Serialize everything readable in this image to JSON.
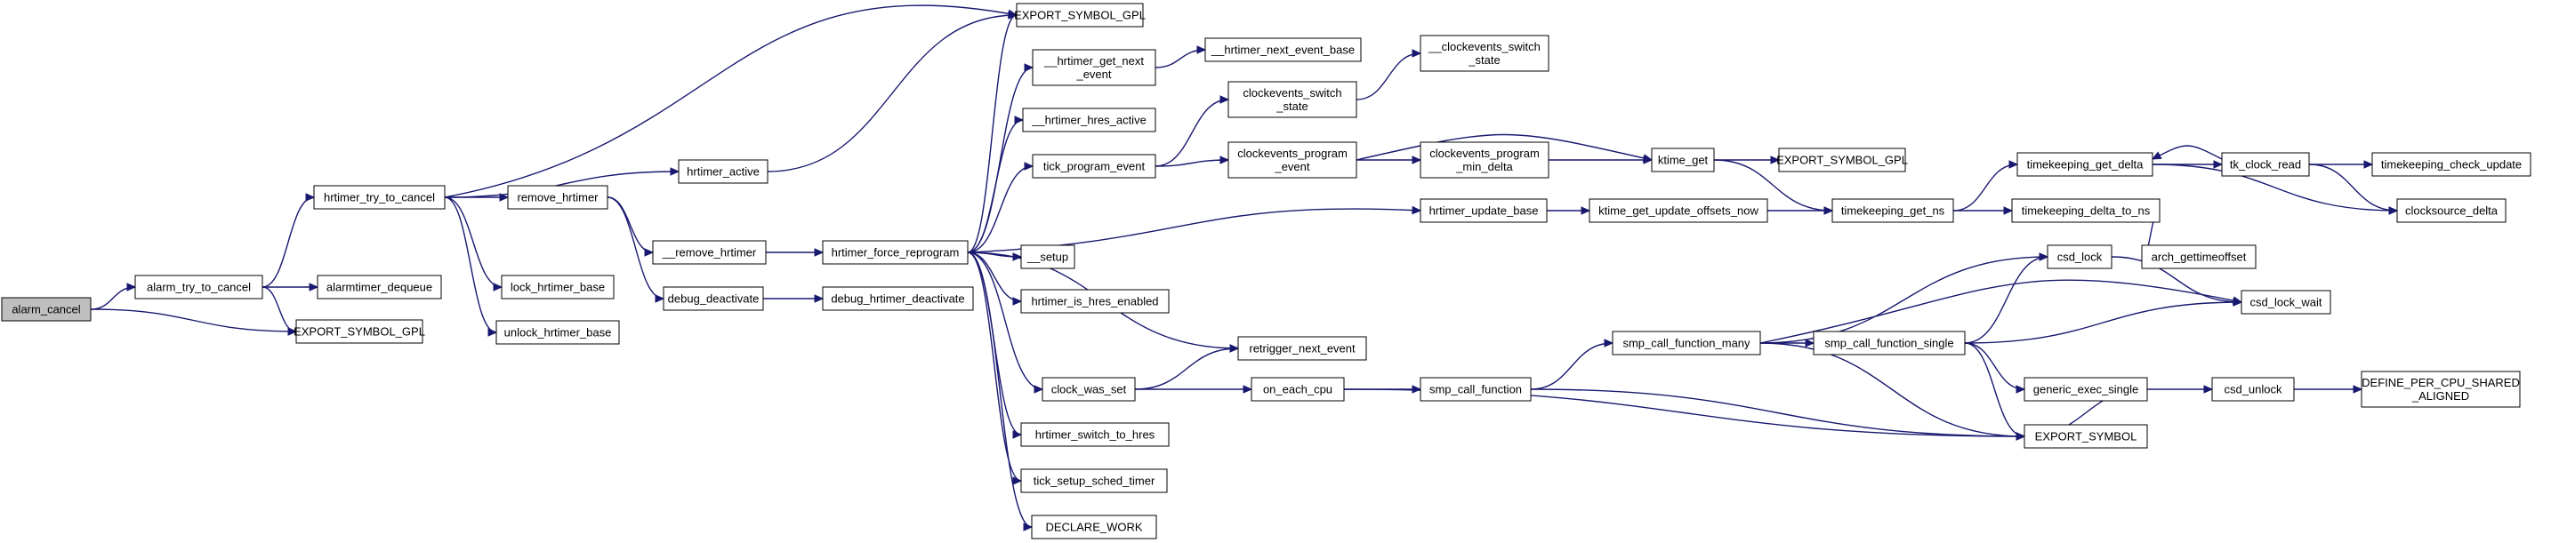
{
  "graph": {
    "nodes": [
      {
        "id": "alarm_cancel",
        "lines": [
          "alarm_cancel"
        ],
        "root": true
      },
      {
        "id": "alarm_try_to_cancel",
        "lines": [
          "alarm_try_to_cancel"
        ]
      },
      {
        "id": "export_gpl_bottom",
        "lines": [
          "EXPORT_SYMBOL_GPL"
        ]
      },
      {
        "id": "hrtimer_try_to_cancel",
        "lines": [
          "hrtimer_try_to_cancel"
        ]
      },
      {
        "id": "alarmtimer_dequeue",
        "lines": [
          "alarmtimer_dequeue"
        ]
      },
      {
        "id": "export_gpl_top",
        "lines": [
          "EXPORT_SYMBOL_GPL"
        ]
      },
      {
        "id": "hrtimer_active",
        "lines": [
          "hrtimer_active"
        ]
      },
      {
        "id": "remove_hrtimer",
        "lines": [
          "remove_hrtimer"
        ]
      },
      {
        "id": "lock_hrtimer_base",
        "lines": [
          "lock_hrtimer_base"
        ]
      },
      {
        "id": "unlock_hrtimer_base",
        "lines": [
          "unlock_hrtimer_base"
        ]
      },
      {
        "id": "__remove_hrtimer",
        "lines": [
          "__remove_hrtimer"
        ]
      },
      {
        "id": "debug_deactivate",
        "lines": [
          "debug_deactivate"
        ]
      },
      {
        "id": "hrtimer_force_reprogram",
        "lines": [
          "hrtimer_force_reprogram"
        ]
      },
      {
        "id": "debug_hrtimer_deactivate",
        "lines": [
          "debug_hrtimer_deactivate"
        ]
      },
      {
        "id": "__hrtimer_get_next_event",
        "lines": [
          "__hrtimer_get_next",
          "_event"
        ]
      },
      {
        "id": "__hrtimer_next_event_base",
        "lines": [
          "__hrtimer_next_event_base"
        ]
      },
      {
        "id": "__hrtimer_hres_active",
        "lines": [
          "__hrtimer_hres_active"
        ]
      },
      {
        "id": "tick_program_event",
        "lines": [
          "tick_program_event"
        ]
      },
      {
        "id": "clockevents_switch_state",
        "lines": [
          "clockevents_switch",
          "_state"
        ]
      },
      {
        "id": "__clockevents_switch_state",
        "lines": [
          "__clockevents_switch",
          "_state"
        ]
      },
      {
        "id": "clockevents_program_event",
        "lines": [
          "clockevents_program",
          "_event"
        ]
      },
      {
        "id": "clockevents_program_min_delta",
        "lines": [
          "clockevents_program",
          "_min_delta"
        ]
      },
      {
        "id": "ktime_get",
        "lines": [
          "ktime_get"
        ]
      },
      {
        "id": "export_gpl_ktime",
        "lines": [
          "EXPORT_SYMBOL_GPL"
        ]
      },
      {
        "id": "hrtimer_update_base",
        "lines": [
          "hrtimer_update_base"
        ]
      },
      {
        "id": "ktime_get_update_offsets_now",
        "lines": [
          "ktime_get_update_offsets_now"
        ]
      },
      {
        "id": "timekeeping_get_ns",
        "lines": [
          "timekeeping_get_ns"
        ]
      },
      {
        "id": "timekeeping_get_delta",
        "lines": [
          "timekeeping_get_delta"
        ]
      },
      {
        "id": "tk_clock_read",
        "lines": [
          "tk_clock_read"
        ]
      },
      {
        "id": "timekeeping_check_update",
        "lines": [
          "timekeeping_check_update"
        ]
      },
      {
        "id": "clocksource_delta",
        "lines": [
          "clocksource_delta"
        ]
      },
      {
        "id": "timekeeping_delta_to_ns",
        "lines": [
          "timekeeping_delta_to_ns"
        ]
      },
      {
        "id": "arch_gettimeoffset",
        "lines": [
          "arch_gettimeoffset"
        ]
      },
      {
        "id": "__setup",
        "lines": [
          "__setup"
        ]
      },
      {
        "id": "hrtimer_is_hres_enabled",
        "lines": [
          "hrtimer_is_hres_enabled"
        ]
      },
      {
        "id": "retrigger_next_event",
        "lines": [
          "retrigger_next_event"
        ]
      },
      {
        "id": "clock_was_set",
        "lines": [
          "clock_was_set"
        ]
      },
      {
        "id": "on_each_cpu",
        "lines": [
          "on_each_cpu"
        ]
      },
      {
        "id": "smp_call_function",
        "lines": [
          "smp_call_function"
        ]
      },
      {
        "id": "smp_call_function_many",
        "lines": [
          "smp_call_function_many"
        ]
      },
      {
        "id": "smp_call_function_single",
        "lines": [
          "smp_call_function_single"
        ]
      },
      {
        "id": "csd_lock",
        "lines": [
          "csd_lock"
        ]
      },
      {
        "id": "csd_lock_wait",
        "lines": [
          "csd_lock_wait"
        ]
      },
      {
        "id": "generic_exec_single",
        "lines": [
          "generic_exec_single"
        ]
      },
      {
        "id": "csd_unlock",
        "lines": [
          "csd_unlock"
        ]
      },
      {
        "id": "define_per_cpu",
        "lines": [
          "DEFINE_PER_CPU_SHARED",
          "_ALIGNED"
        ]
      },
      {
        "id": "export_symbol",
        "lines": [
          "EXPORT_SYMBOL"
        ]
      },
      {
        "id": "hrtimer_switch_to_hres",
        "lines": [
          "hrtimer_switch_to_hres"
        ]
      },
      {
        "id": "tick_setup_sched_timer",
        "lines": [
          "tick_setup_sched_timer"
        ]
      },
      {
        "id": "declare_work",
        "lines": [
          "DECLARE_WORK"
        ]
      }
    ],
    "edges": [
      [
        "alarm_cancel",
        "alarm_try_to_cancel"
      ],
      [
        "alarm_cancel",
        "export_gpl_bottom"
      ],
      [
        "alarm_try_to_cancel",
        "hrtimer_try_to_cancel"
      ],
      [
        "alarm_try_to_cancel",
        "alarmtimer_dequeue"
      ],
      [
        "alarm_try_to_cancel",
        "export_gpl_bottom"
      ],
      [
        "hrtimer_try_to_cancel",
        "export_gpl_top"
      ],
      [
        "hrtimer_try_to_cancel",
        "hrtimer_active"
      ],
      [
        "hrtimer_try_to_cancel",
        "remove_hrtimer"
      ],
      [
        "hrtimer_try_to_cancel",
        "lock_hrtimer_base"
      ],
      [
        "hrtimer_try_to_cancel",
        "unlock_hrtimer_base"
      ],
      [
        "hrtimer_active",
        "export_gpl_top"
      ],
      [
        "remove_hrtimer",
        "__remove_hrtimer"
      ],
      [
        "remove_hrtimer",
        "debug_deactivate"
      ],
      [
        "__remove_hrtimer",
        "hrtimer_force_reprogram"
      ],
      [
        "debug_deactivate",
        "debug_hrtimer_deactivate"
      ],
      [
        "hrtimer_force_reprogram",
        "export_gpl_top"
      ],
      [
        "hrtimer_force_reprogram",
        "__hrtimer_get_next_event"
      ],
      [
        "hrtimer_force_reprogram",
        "__hrtimer_hres_active"
      ],
      [
        "hrtimer_force_reprogram",
        "tick_program_event"
      ],
      [
        "hrtimer_force_reprogram",
        "hrtimer_update_base"
      ],
      [
        "hrtimer_force_reprogram",
        "__setup"
      ],
      [
        "hrtimer_force_reprogram",
        "hrtimer_is_hres_enabled"
      ],
      [
        "hrtimer_force_reprogram",
        "retrigger_next_event"
      ],
      [
        "hrtimer_force_reprogram",
        "clock_was_set"
      ],
      [
        "hrtimer_force_reprogram",
        "hrtimer_switch_to_hres"
      ],
      [
        "hrtimer_force_reprogram",
        "tick_setup_sched_timer"
      ],
      [
        "hrtimer_force_reprogram",
        "declare_work"
      ],
      [
        "__hrtimer_get_next_event",
        "__hrtimer_next_event_base"
      ],
      [
        "tick_program_event",
        "clockevents_switch_state"
      ],
      [
        "tick_program_event",
        "clockevents_program_event"
      ],
      [
        "clockevents_switch_state",
        "__clockevents_switch_state"
      ],
      [
        "clockevents_program_event",
        "ktime_get"
      ],
      [
        "clockevents_program_event",
        "clockevents_program_min_delta"
      ],
      [
        "clockevents_program_min_delta",
        "ktime_get"
      ],
      [
        "ktime_get",
        "export_gpl_ktime"
      ],
      [
        "ktime_get",
        "timekeeping_get_ns"
      ],
      [
        "hrtimer_update_base",
        "ktime_get_update_offsets_now"
      ],
      [
        "ktime_get_update_offsets_now",
        "timekeeping_get_ns"
      ],
      [
        "timekeeping_get_ns",
        "timekeeping_get_delta"
      ],
      [
        "timekeeping_get_ns",
        "timekeeping_delta_to_ns"
      ],
      [
        "timekeeping_get_delta",
        "tk_clock_read"
      ],
      [
        "timekeeping_get_delta",
        "clocksource_delta"
      ],
      [
        "tk_clock_read",
        "timekeeping_get_delta"
      ],
      [
        "tk_clock_read",
        "timekeeping_check_update"
      ],
      [
        "tk_clock_read",
        "clocksource_delta"
      ],
      [
        "timekeeping_delta_to_ns",
        "arch_gettimeoffset"
      ],
      [
        "clock_was_set",
        "retrigger_next_event"
      ],
      [
        "clock_was_set",
        "on_each_cpu"
      ],
      [
        "on_each_cpu",
        "smp_call_function"
      ],
      [
        "on_each_cpu",
        "export_symbol"
      ],
      [
        "smp_call_function",
        "smp_call_function_many"
      ],
      [
        "smp_call_function",
        "export_symbol"
      ],
      [
        "smp_call_function_many",
        "csd_lock_wait"
      ],
      [
        "smp_call_function_many",
        "smp_call_function_single"
      ],
      [
        "smp_call_function_many",
        "csd_lock"
      ],
      [
        "smp_call_function_many",
        "export_symbol"
      ],
      [
        "smp_call_function_single",
        "csd_lock"
      ],
      [
        "smp_call_function_single",
        "csd_lock_wait"
      ],
      [
        "smp_call_function_single",
        "generic_exec_single"
      ],
      [
        "smp_call_function_single",
        "export_symbol"
      ],
      [
        "csd_lock",
        "csd_lock_wait"
      ],
      [
        "generic_exec_single",
        "csd_unlock"
      ],
      [
        "generic_exec_single",
        "export_symbol"
      ],
      [
        "csd_unlock",
        "define_per_cpu"
      ]
    ]
  }
}
